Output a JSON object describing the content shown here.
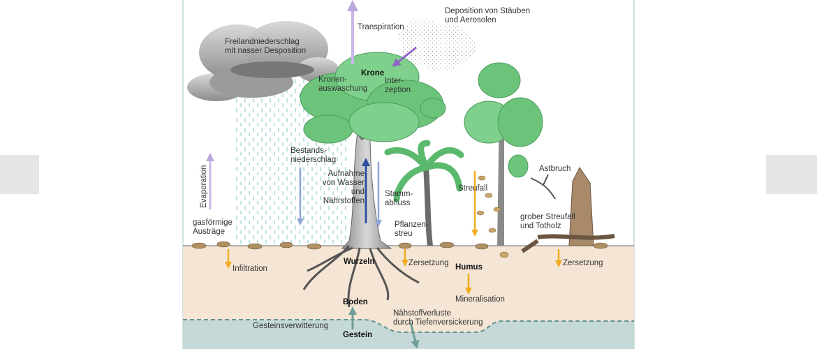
{
  "labels": {
    "freilandniederschlag": "Freilandniederschlag\nmit nasser Desposition",
    "transpiration": "Transpiration",
    "deposition": "Deposition von Stäuben\nund Aerosolen",
    "krone": "Krone",
    "kronenauswaschung": "Kronen-\nauswaschung",
    "interzeption": "Inter-\nzeption",
    "bestandsniederschlag": "Bestands-\nniederschlag",
    "aufnahme": "Aufnahme\nvon Wasser\nund Nährstoffen",
    "stammabfluss": "Stamm-\nabfluss",
    "streufall": "Streufall",
    "astbruch": "Astbruch",
    "evaporation": "Evaporation",
    "gasfoermige": "gasförmige\nAusträge",
    "pflanzenstreu": "Pflanzen-\nstreu",
    "grober_streufall": "grober Streufall\nund Totholz",
    "infiltration": "Infiltration",
    "wurzeln": "Wurzeln",
    "zersetzung_1": "Zersetzung",
    "humus": "Humus",
    "zersetzung_2": "Zersetzung",
    "mineralisation": "Mineralisation",
    "boden": "Boden",
    "naehrstoffverluste": "Nähstoffverluste\ndurch Tiefenversickerung",
    "gesteinsverwitterung": "Gesteinsverwitterung",
    "gestein": "Gestein"
  },
  "colors": {
    "soil": "#f4e5d4",
    "bedrock": "#c5d9d8",
    "arrow_purple": "#b9a7de",
    "arrow_blue": "#8fa6d6",
    "arrow_orange": "#f0ac1e",
    "arrow_teal": "#6f9d97",
    "tree_green": "#6cc47a",
    "cloud": "#8c8c8c"
  }
}
